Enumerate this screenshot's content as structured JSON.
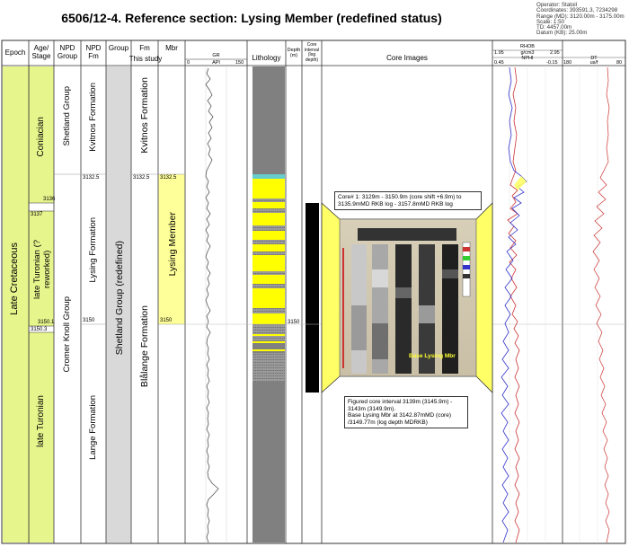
{
  "title": "6506/12-4. Reference section: Lysing Member (redefined status)",
  "info": [
    "Operator:  Statoil",
    "Coordinates: 393591.3, 7234298",
    "Range (MD): 3120.00m - 3175.00m",
    "Scale:  1:50",
    "TD:  4457.00m",
    "Datum (KB): 25.00m"
  ],
  "headers": {
    "epoch": "Epoch",
    "age": "Age/ Stage",
    "npd_group": "NPD Group",
    "npd_fm": "NPD Fm",
    "group": "Group",
    "fm": "Fm",
    "mbr": "Mbr",
    "this_study": "This study",
    "gr": "GR",
    "gr_unit": "API",
    "gr_min": "0",
    "gr_max": "150",
    "lithology": "Lithology",
    "depth": "Depth (m)",
    "core_interval": "Core interval (log depth)",
    "core_images": "Core Images",
    "rhob": "RHOB",
    "rhob_unit": "g/cm3",
    "rhob_min": "1.95",
    "rhob_max": "2.95",
    "nphi": "NPHI",
    "nphi_min": "0.45",
    "nphi_max": "-0.15",
    "dt": "DT",
    "dt_unit": "us/f",
    "dt_min": "180",
    "dt_max": "80"
  },
  "columns": {
    "epoch": "Late Cretaceous",
    "age_coniacian": "Coniacian",
    "age_late_turonian_reworked": "late Turonian (?reworked)",
    "age_late_turonian": "late Turonian",
    "npd_group_shetland": "Shetland Group",
    "npd_group_cromer": "Cromer Knoll Group",
    "npd_fm_kvitnos": "Kvitnos Formation",
    "npd_fm_lysing": "Lysing Formation",
    "npd_fm_lange": "Lange Formation",
    "group_redefined": "Shetland Group (redefined)",
    "fm_kvitnos": "Kvitnos Formation",
    "fm_blaalange": "Blålange Formation",
    "mbr_lysing": "Lysing Member"
  },
  "depth_labels": {
    "d3136": "3136",
    "d3137": "3137",
    "d3150_1": "3150.1",
    "d3150_3": "3150.3",
    "npd_3132_5": "3132.5",
    "npd_3150": "3150",
    "fm_3132_5": "3132.5",
    "mbr_3132_5": "3132.5",
    "mbr_3150": "3150",
    "depth_3150": "3150"
  },
  "annotations": {
    "core1": "Core# 1: 3129m - 3150.9m  (core shift +6.9m)  to 3135.9mMD RKB log -  3157.8mMD RKB log",
    "figured": "Figured core interval 3139m (3145.9m) - 3143m (3149.9m).",
    "base": "Base Lysing Mbr at 3142.87mMD (core) /3149.77m (log depth MDRKB)",
    "core_image_label": "Base Lysing Mbr"
  },
  "colors": {
    "epoch_fill": "#e6f58c",
    "mbr_fill": "#ffff99",
    "group_fill": "#d9d9d9",
    "litho_shale": "#808080",
    "litho_sand": "#ffff00",
    "litho_top": "#66cccc",
    "rhob_curve": "#cc3333",
    "nphi_curve": "#3333cc",
    "dt_curve": "#cc3333"
  }
}
